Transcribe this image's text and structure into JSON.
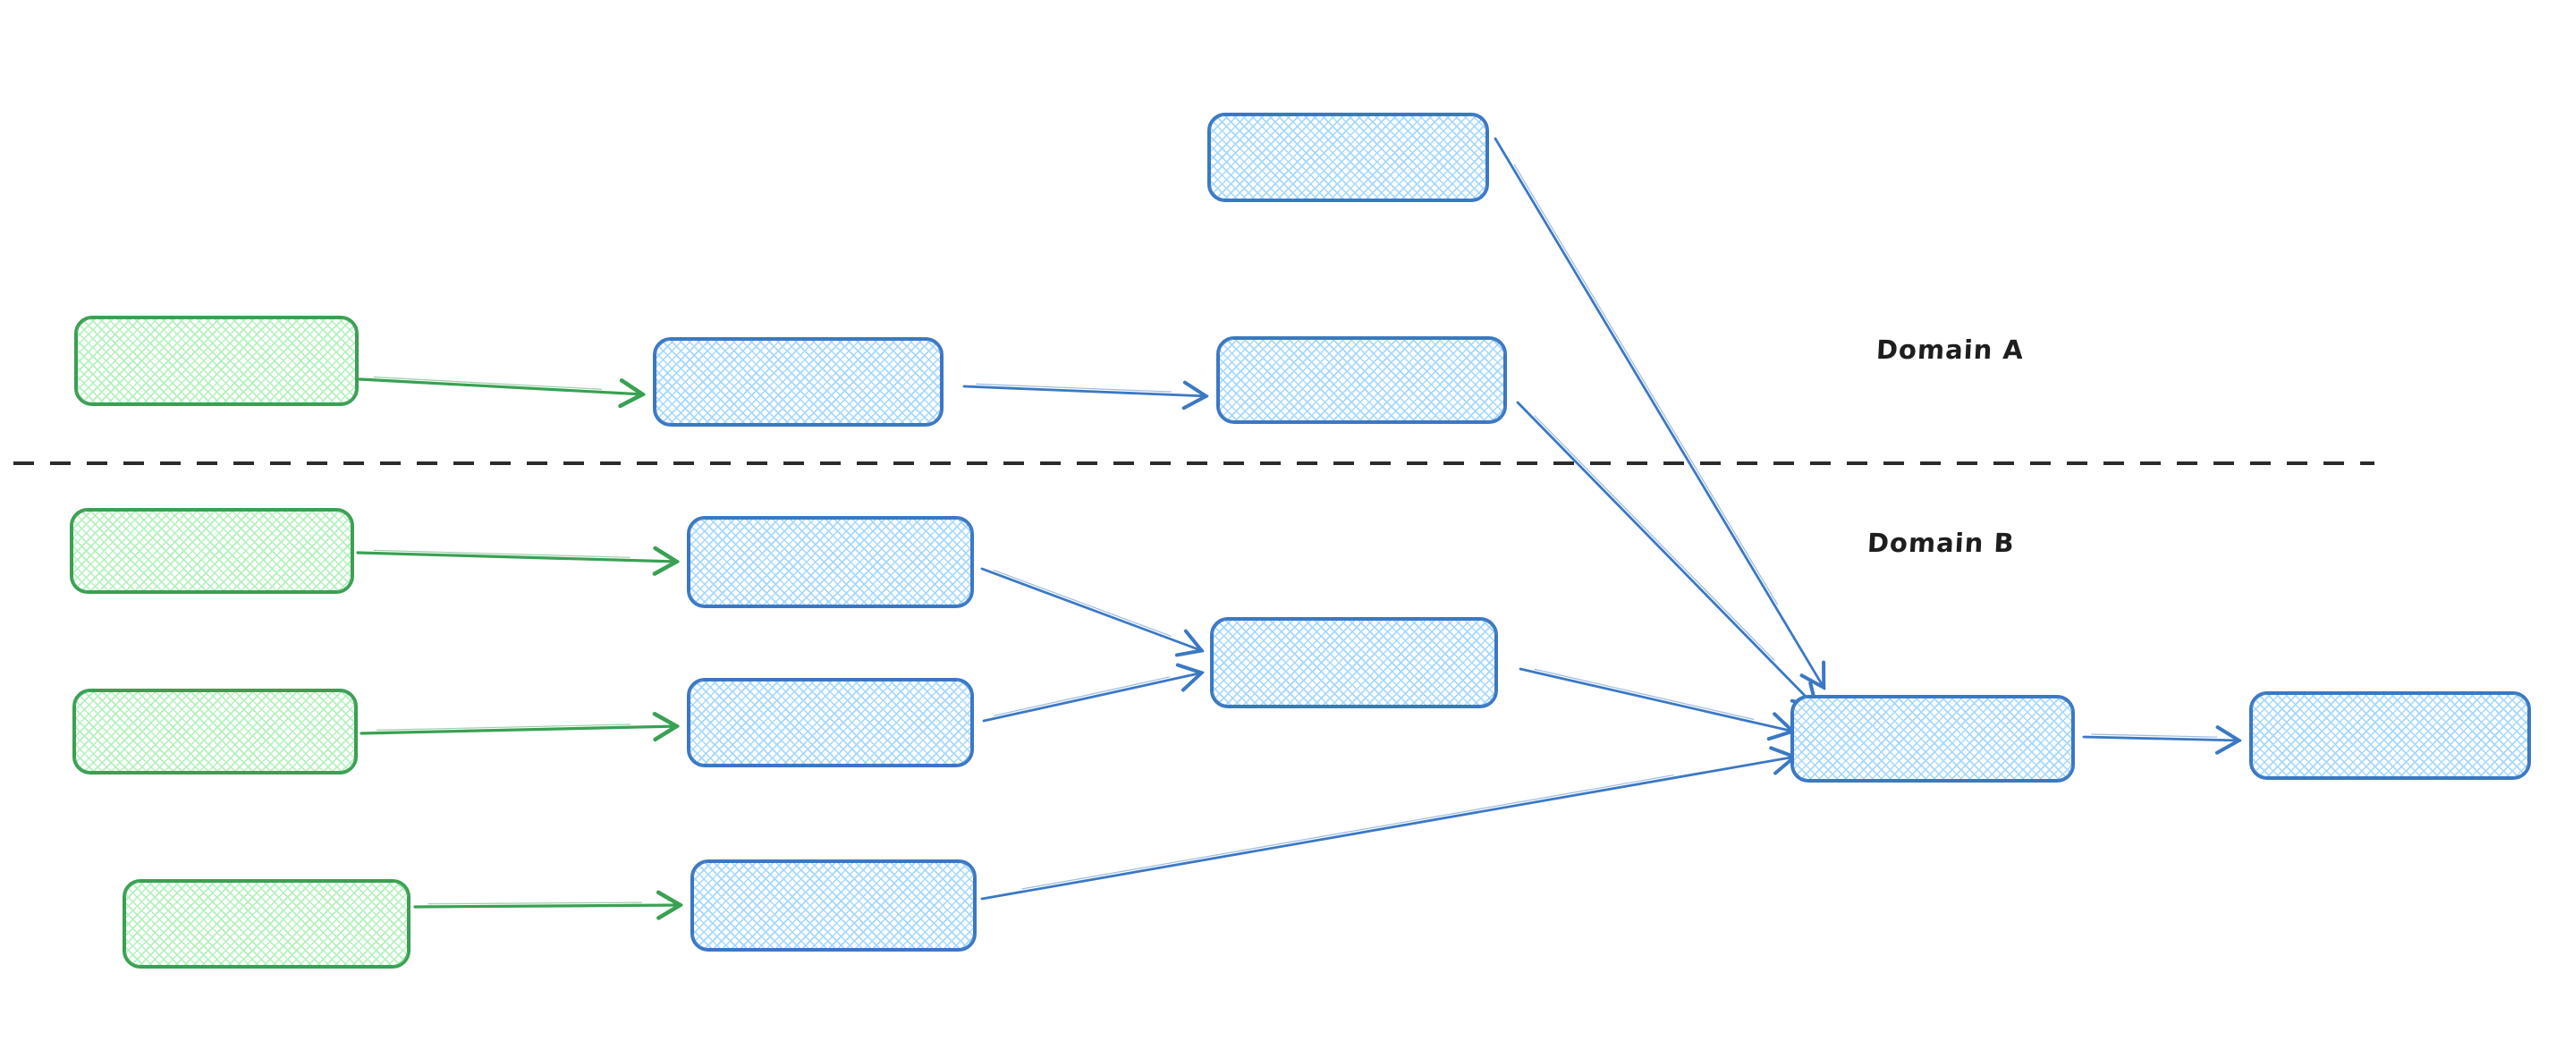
{
  "labels": {
    "domain_a": "Domain A",
    "domain_b": "Domain B"
  },
  "colors": {
    "blue_stroke": "#3b78c4",
    "blue_fill": "#a5d8ff",
    "green_stroke": "#3aa053",
    "green_fill": "#b2f2bb",
    "divider_color": "#2b2b2b",
    "label_color": "#1e1e1e"
  },
  "diagram": {
    "shape": "rounded-rectangle",
    "fill_pattern": "cross-hatch",
    "divider_style": "dashed",
    "nodes": [
      {
        "id": "top_a",
        "palette": "blue",
        "name": "domain-a-input-node"
      },
      {
        "id": "g1",
        "palette": "green",
        "name": "domain-a-source-node"
      },
      {
        "id": "a1",
        "palette": "blue",
        "name": "domain-a-stage1-node"
      },
      {
        "id": "a2",
        "palette": "blue",
        "name": "domain-a-stage2-node"
      },
      {
        "id": "g2",
        "palette": "green",
        "name": "domain-b-source1-node"
      },
      {
        "id": "b1",
        "palette": "blue",
        "name": "domain-b-stage1a-node"
      },
      {
        "id": "g3",
        "palette": "green",
        "name": "domain-b-source2-node"
      },
      {
        "id": "b2",
        "palette": "blue",
        "name": "domain-b-stage1b-node"
      },
      {
        "id": "mid",
        "palette": "blue",
        "name": "domain-b-merge-node"
      },
      {
        "id": "g4",
        "palette": "green",
        "name": "domain-b-source3-node"
      },
      {
        "id": "b3",
        "palette": "blue",
        "name": "domain-b-stage1c-node"
      },
      {
        "id": "conv",
        "palette": "blue",
        "name": "cross-domain-merge-node"
      },
      {
        "id": "out",
        "palette": "blue",
        "name": "output-node"
      }
    ],
    "edges": [
      {
        "id": "g1_a1",
        "from": "g1",
        "to": "a1",
        "palette": "green"
      },
      {
        "id": "g2_b1",
        "from": "g2",
        "to": "b1",
        "palette": "green"
      },
      {
        "id": "g3_b2",
        "from": "g3",
        "to": "b2",
        "palette": "green"
      },
      {
        "id": "g4_b3",
        "from": "g4",
        "to": "b3",
        "palette": "green"
      },
      {
        "id": "a1_a2",
        "from": "a1",
        "to": "a2",
        "palette": "blue"
      },
      {
        "id": "top_conv",
        "from": "top_a",
        "to": "conv",
        "palette": "blue"
      },
      {
        "id": "a2_conv",
        "from": "a2",
        "to": "conv",
        "palette": "blue"
      },
      {
        "id": "b1_mid",
        "from": "b1",
        "to": "mid",
        "palette": "blue"
      },
      {
        "id": "b2_mid",
        "from": "b2",
        "to": "mid",
        "palette": "blue"
      },
      {
        "id": "mid_conv",
        "from": "mid",
        "to": "conv",
        "palette": "blue"
      },
      {
        "id": "b3_conv",
        "from": "b3",
        "to": "conv",
        "palette": "blue"
      },
      {
        "id": "conv_out",
        "from": "conv",
        "to": "out",
        "palette": "blue"
      }
    ]
  }
}
